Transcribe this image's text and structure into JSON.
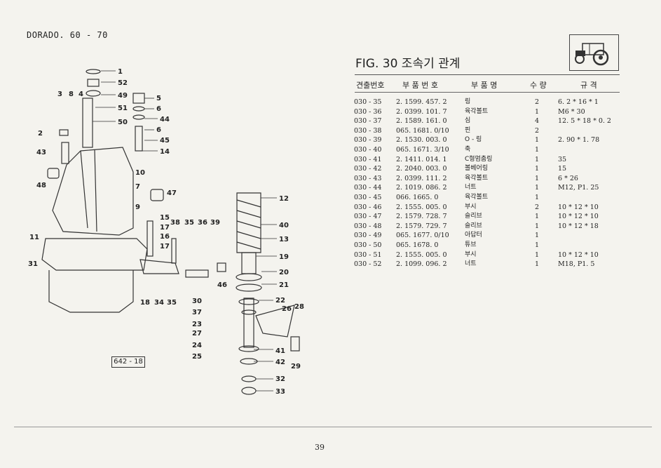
{
  "header": {
    "running_head": "DORADO. 60 - 70",
    "figure_title": "FIG. 30 조속기 관계"
  },
  "icons": {
    "tractor": "tractor-icon"
  },
  "table": {
    "columns": [
      "견출번호",
      "부 품 번 호",
      "부 품 명",
      "수 량",
      "규 격"
    ],
    "rows": [
      {
        "ref": "030 - 35",
        "part": "2. 1599. 457. 2",
        "name": "링",
        "qty": "2",
        "spec": "6. 2 * 16 * 1"
      },
      {
        "ref": "030 - 36",
        "part": "2. 0399. 101. 7",
        "name": "육각볼트",
        "qty": "1",
        "spec": "M6 * 30"
      },
      {
        "ref": "030 - 37",
        "part": "2. 1589. 161. 0",
        "name": "심",
        "qty": "4",
        "spec": "12. 5 * 18 * 0. 2"
      },
      {
        "ref": "030 - 38",
        "part": "065. 1681. 0/10",
        "name": "핀",
        "qty": "2",
        "spec": ""
      },
      {
        "ref": "030 - 39",
        "part": "2. 1530. 003. 0",
        "name": "O - 링",
        "qty": "1",
        "spec": "2. 90 * 1. 78"
      },
      {
        "ref": "030 - 40",
        "part": "065. 1671. 3/10",
        "name": "축",
        "qty": "1",
        "spec": ""
      },
      {
        "ref": "030 - 41",
        "part": "2. 1411. 014. 1",
        "name": "C형멈춤링",
        "qty": "1",
        "spec": "35"
      },
      {
        "ref": "030 - 42",
        "part": "2. 2040. 003. 0",
        "name": "볼베어링",
        "qty": "1",
        "spec": "15"
      },
      {
        "ref": "030 - 43",
        "part": "2. 0399. 111. 2",
        "name": "육각볼트",
        "qty": "1",
        "spec": "6 * 26"
      },
      {
        "ref": "030 - 44",
        "part": "2. 1019. 086. 2",
        "name": "너트",
        "qty": "1",
        "spec": "M12, P1. 25"
      },
      {
        "ref": "030 - 45",
        "part": "066. 1665. 0",
        "name": "육각볼트",
        "qty": "1",
        "spec": ""
      },
      {
        "ref": "030 - 46",
        "part": "2. 1555. 005. 0",
        "name": "부시",
        "qty": "2",
        "spec": "10 * 12 * 10"
      },
      {
        "ref": "030 - 47",
        "part": "2. 1579. 728. 7",
        "name": "슬리브",
        "qty": "1",
        "spec": "10 * 12 * 10"
      },
      {
        "ref": "030 - 48",
        "part": "2. 1579. 729. 7",
        "name": "슬리브",
        "qty": "1",
        "spec": "10 * 12 * 18"
      },
      {
        "ref": "030 - 49",
        "part": "065. 1677. 0/10",
        "name": "아답터",
        "qty": "1",
        "spec": ""
      },
      {
        "ref": "030 - 50",
        "part": "065. 1678. 0",
        "name": "튜브",
        "qty": "1",
        "spec": ""
      },
      {
        "ref": "030 - 51",
        "part": "2. 1555. 005. 0",
        "name": "부시",
        "qty": "1",
        "spec": "10 * 12 * 10"
      },
      {
        "ref": "030 - 52",
        "part": "2. 1099. 096. 2",
        "name": "너트",
        "qty": "1",
        "spec": "M18, P1. 5"
      }
    ]
  },
  "diagram": {
    "figure_ref": "642 - 18",
    "callouts": [
      "1",
      "52",
      "49",
      "51",
      "50",
      "3",
      "8",
      "4",
      "2",
      "43",
      "5",
      "6",
      "44",
      "6",
      "45",
      "14",
      "10",
      "7",
      "48",
      "9",
      "47",
      "15",
      "17",
      "16",
      "17",
      "38",
      "35",
      "36",
      "39",
      "12",
      "40",
      "13",
      "19",
      "20",
      "21",
      "46",
      "11",
      "31",
      "18",
      "34",
      "35",
      "30",
      "37",
      "23",
      "27",
      "24",
      "25",
      "22",
      "26",
      "28",
      "41",
      "42",
      "29",
      "32",
      "33"
    ]
  },
  "footer": {
    "page_number": "39"
  },
  "colors": {
    "paper": "#f4f3ee",
    "ink": "#222222"
  }
}
